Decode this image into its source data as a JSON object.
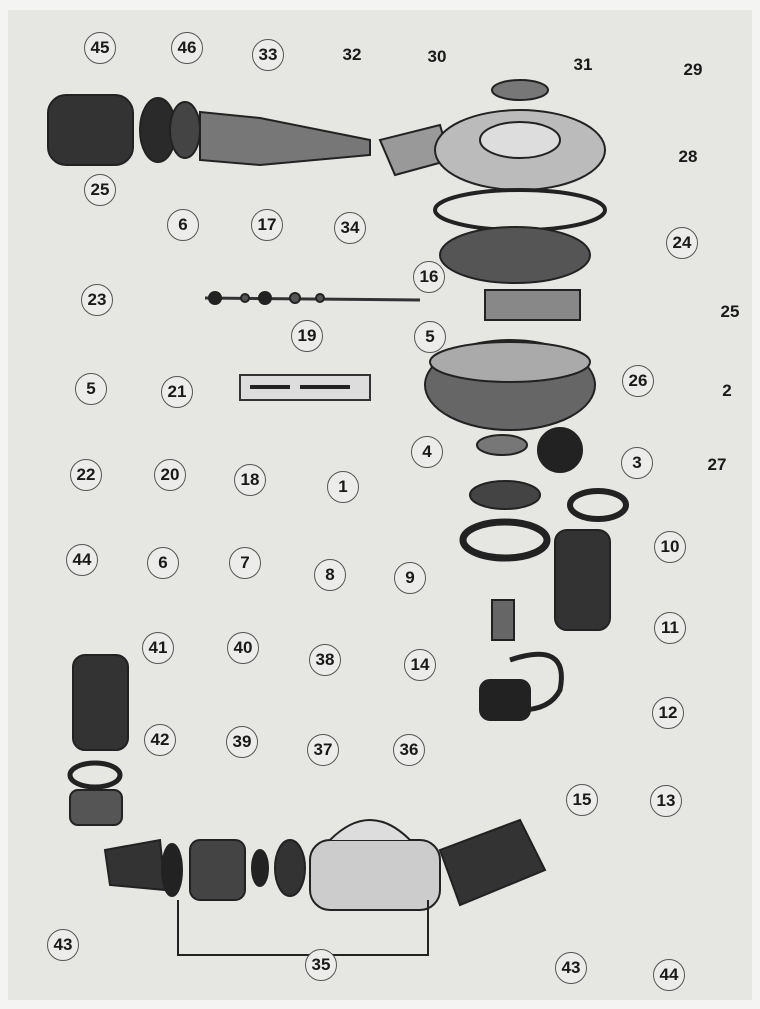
{
  "diagram": {
    "type": "exploded parts diagram",
    "part_labels": [
      "45",
      "46",
      "33",
      "32",
      "30",
      "31",
      "29",
      "28",
      "25",
      "34",
      "24",
      "6",
      "17",
      "16",
      "23",
      "25",
      "5",
      "19",
      "26",
      "2",
      "5",
      "21",
      "4",
      "3",
      "27",
      "22",
      "20",
      "18",
      "1",
      "6",
      "7",
      "8",
      "9",
      "10",
      "44",
      "11",
      "41",
      "40",
      "38",
      "14",
      "12",
      "42",
      "39",
      "37",
      "36",
      "15",
      "13",
      "43",
      "35",
      "43",
      "44"
    ]
  }
}
